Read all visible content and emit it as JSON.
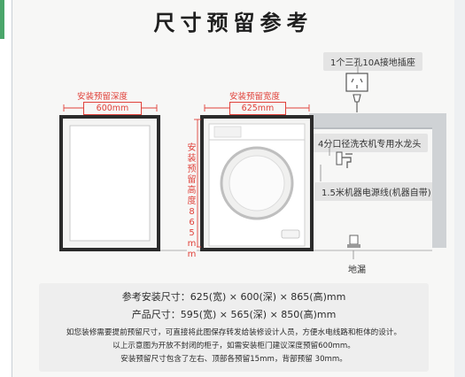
{
  "title": "尺寸预留参考",
  "labels": {
    "socket": "1个三孔10A接地插座",
    "faucet": "4分口径洗衣机专用水龙头",
    "power_cord": "1.5米机器电源线(机器自带)",
    "floor_drain": "地漏"
  },
  "dimensions": {
    "depth_label": "安装预留深度",
    "depth_value": "600mm",
    "width_label": "安装预留宽度",
    "width_value": "625mm",
    "height_label": "安装预留高度865mm"
  },
  "specs": {
    "reference_size": "参考安装尺寸：625(宽) × 600(深) × 865(高)mm",
    "product_size": "产品尺寸：595(宽) × 565(深) × 850(高)mm"
  },
  "notes": [
    "如您装修需要提前预留尺寸，可直接将此图保存转发给装修设计人员，方便水电线路和柜体的设计。",
    "以上示意图为开放不封闭的柜子，如需安装柜门建议深度预留600mm。",
    "安装预留尺寸包含了左右、顶部各预留15mm，背部预留 30mm。"
  ],
  "colors": {
    "accent_red": "#e0413a",
    "text_dark": "#1f1f1f",
    "cabinet": "#cfd2d5",
    "callout_bg": "#e4e4e4"
  }
}
